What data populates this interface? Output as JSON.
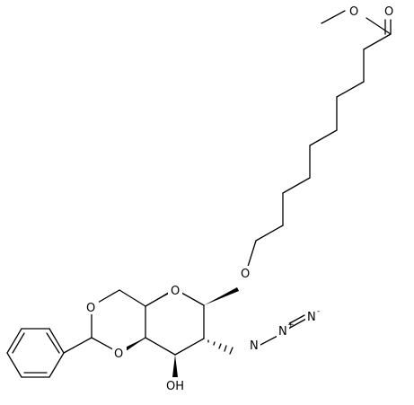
{
  "molecule": {
    "atom_labels": {
      "ester_o_methyl": "O",
      "carbonyl_o": "O",
      "glycosidic_o": "O",
      "ring_o": "O",
      "acetal_o_top": "O",
      "acetal_o_bottom": "O",
      "hydroxyl": "OH",
      "azide_n1": "N",
      "azide_n2": "N",
      "azide_n3": "N",
      "azide_n2_charge": "+",
      "azide_n3_charge": "-"
    }
  }
}
